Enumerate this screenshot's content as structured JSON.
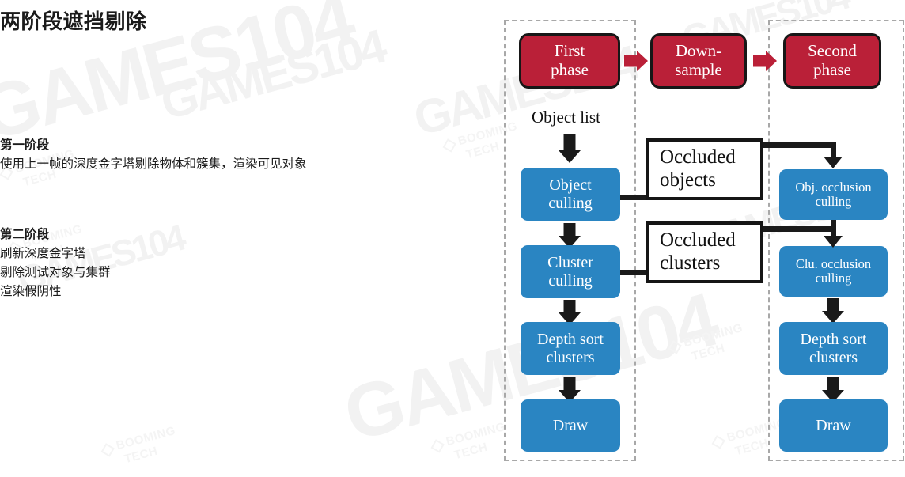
{
  "slide": {
    "title": "两阶段遮挡剔除",
    "paragraphs": [
      {
        "lines": [
          "第一阶段",
          "使用上一帧的深度金字塔剔除物体和簇集，渲染可见对象"
        ]
      },
      {
        "lines": [
          "第二阶段",
          "刷新深度金字塔",
          "剔除测试对象与集群",
          "渲染假阴性"
        ]
      }
    ]
  },
  "colors": {
    "red": "#ba2038",
    "blue": "#2a85c2",
    "black": "#1a1a1a",
    "dashed_border": "#a8a8a8",
    "white_box_fill": "#ffffff",
    "page_background": "#ffffff",
    "watermark": "#f2f2f2"
  },
  "watermarks": {
    "brand": "GAMES104",
    "company_line1": "BOOMING",
    "company_line2": "TECH"
  },
  "diagram": {
    "phase_row": [
      {
        "id": "first-phase",
        "label": "First\nphase"
      },
      {
        "id": "down-sample",
        "label": "Down-\nsample"
      },
      {
        "id": "second-phase",
        "label": "Second\nphase"
      }
    ],
    "phase_arrows": [
      "arrow-1",
      "arrow-2"
    ],
    "object_list_label": "Object list",
    "left_column": [
      {
        "id": "object-culling",
        "label": "Object\nculling"
      },
      {
        "id": "cluster-culling",
        "label": "Cluster\nculling"
      },
      {
        "id": "depth-sort-clusters-left",
        "label": "Depth sort\nclusters"
      },
      {
        "id": "draw-left",
        "label": "Draw"
      }
    ],
    "middle_column": [
      {
        "id": "occluded-objects",
        "label": "Occluded\nobjects"
      },
      {
        "id": "occluded-clusters",
        "label": "Occluded\nclusters"
      }
    ],
    "right_column": [
      {
        "id": "obj-occlusion-culling",
        "label": "Obj. occlusion\nculling"
      },
      {
        "id": "clu-occlusion-culling",
        "label": "Clu. occlusion\nculling"
      },
      {
        "id": "depth-sort-clusters-right",
        "label": "Depth sort\nclusters"
      },
      {
        "id": "draw-right",
        "label": "Draw"
      }
    ]
  }
}
